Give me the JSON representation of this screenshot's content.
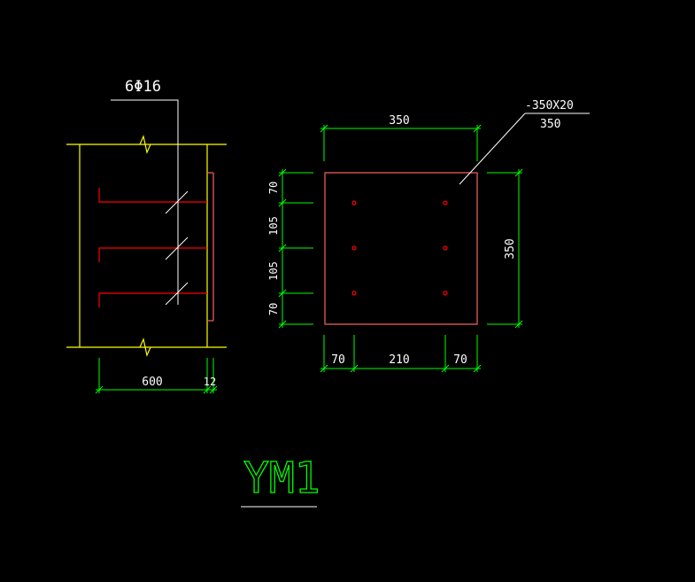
{
  "title": "YM1",
  "rebar_label": "6Φ16",
  "plate_label_spec": "-350X20",
  "plate_label_size": "350",
  "side_view": {
    "dim_width": "600",
    "dim_plate_thickness": "12"
  },
  "plan_view": {
    "dim_top_width": "350",
    "dim_right_height": "350",
    "dim_left_segments": [
      "70",
      "105",
      "105",
      "70"
    ],
    "dim_bottom_segments": [
      "70",
      "210",
      "70"
    ]
  },
  "colors": {
    "background": "#000000",
    "concrete": "#ffff00",
    "rebar": "#ff0000",
    "plate": "#ff6060",
    "dimension": "#00ff00",
    "leader": "#ffffff",
    "title": "#00ff00"
  }
}
